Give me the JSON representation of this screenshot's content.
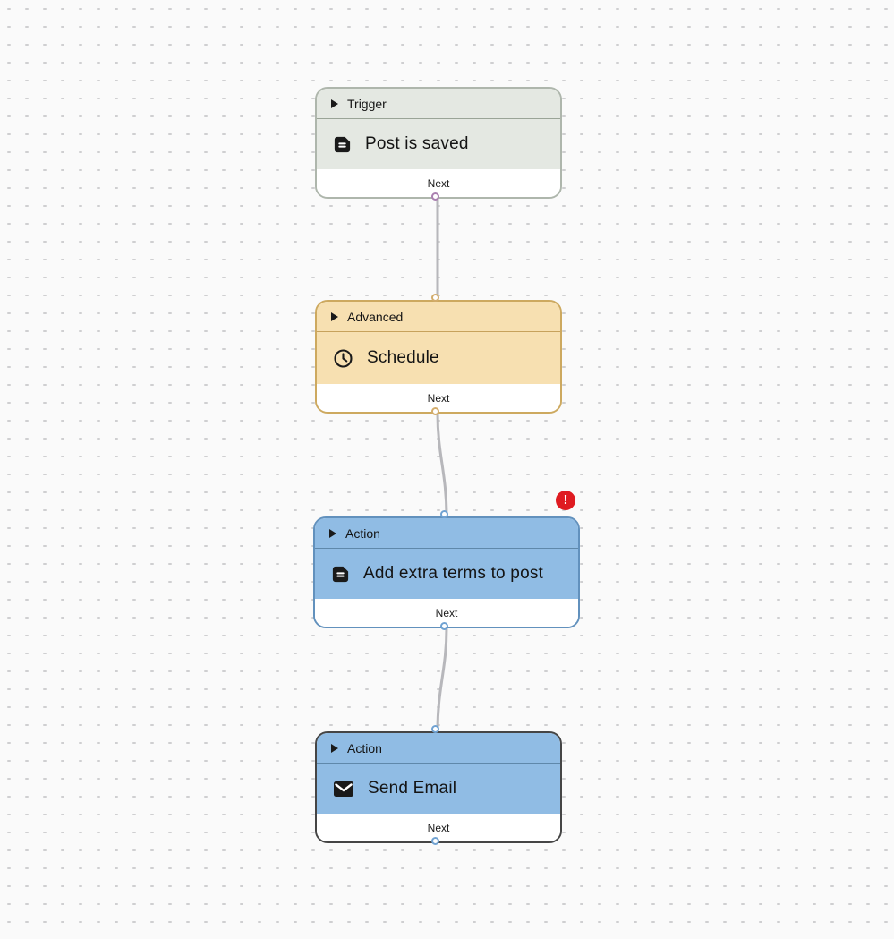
{
  "canvas": {
    "background_color": "#fafafa",
    "dot_color": "#cfcfd1",
    "edge_color": "#b7b7bb"
  },
  "error_badge": {
    "symbol": "!",
    "background": "#df1b21",
    "color": "#ffffff"
  },
  "nodes": [
    {
      "category": "Trigger",
      "title": "Post is saved",
      "icon": "note-icon",
      "footer_label": "Next",
      "colors": {
        "background": "#e4e8e2",
        "border": "#aeb6ac",
        "port": "#aa80b0"
      },
      "has_error": false,
      "selected": false
    },
    {
      "category": "Advanced",
      "title": "Schedule",
      "icon": "clock-icon",
      "footer_label": "Next",
      "colors": {
        "background": "#f7e0b1",
        "border": "#cda95f",
        "port": "#d3ac6b"
      },
      "has_error": false,
      "selected": false
    },
    {
      "category": "Action",
      "title": "Add extra terms to post",
      "icon": "note-icon",
      "footer_label": "Next",
      "colors": {
        "background": "#90bce4",
        "border": "#6291bd",
        "port": "#70a2d2"
      },
      "has_error": true,
      "selected": false
    },
    {
      "category": "Action",
      "title": "Send Email",
      "icon": "email-icon",
      "footer_label": "Next",
      "colors": {
        "background": "#90bce4",
        "border": "#454545",
        "port": "#70a2d2"
      },
      "has_error": false,
      "selected": true
    }
  ]
}
